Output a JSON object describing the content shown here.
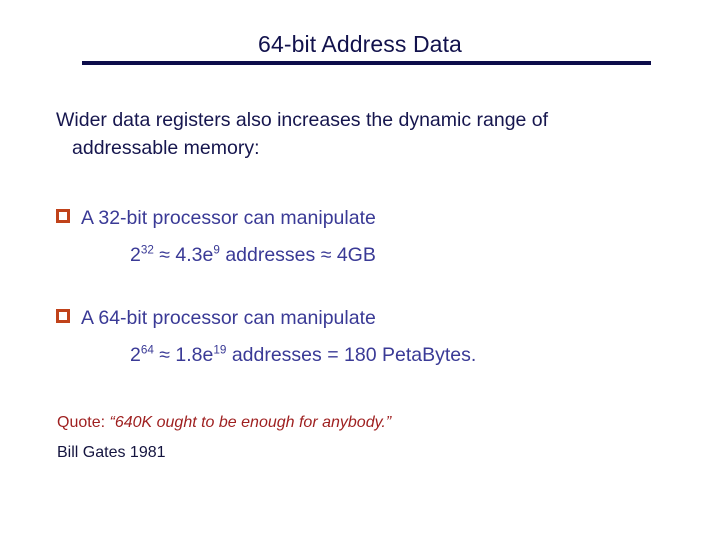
{
  "slide": {
    "title": "64-bit Address Data",
    "intro": {
      "line1": "Wider data registers also increases the dynamic range of",
      "line2": "addressable memory:"
    },
    "bullets": [
      {
        "marker": "hollow-square-bullet",
        "text": "A 32-bit processor can manipulate",
        "detail": {
          "base": "2",
          "exponent": "32",
          "approx1": "≈",
          "mantissa": "4.3e",
          "mantissa_exponent": "9",
          "unit_label": "addresses",
          "approx2": "≈",
          "result": "4GB"
        }
      },
      {
        "marker": "hollow-square-bullet",
        "text": "A 64-bit processor can manipulate",
        "detail": {
          "base": "2",
          "exponent": "64",
          "approx1": "≈",
          "mantissa": "1.8e",
          "mantissa_exponent": "19",
          "unit_label": "addresses",
          "approx2": "=",
          "result": "180 PetaBytes."
        }
      }
    ],
    "quote": {
      "label": "Quote: ",
      "text": "“640K ought to be enough for anybody.”",
      "attribution": "Bill Gates 1981"
    },
    "colors": {
      "title": "#12124c",
      "rule": "#0d0d4a",
      "body": "#16164e",
      "bullet_text": "#3a3a96",
      "bullet_marker": "#c0421a",
      "quote": "#9e1f1f",
      "attribution": "#14143f",
      "background": "#ffffff"
    }
  }
}
